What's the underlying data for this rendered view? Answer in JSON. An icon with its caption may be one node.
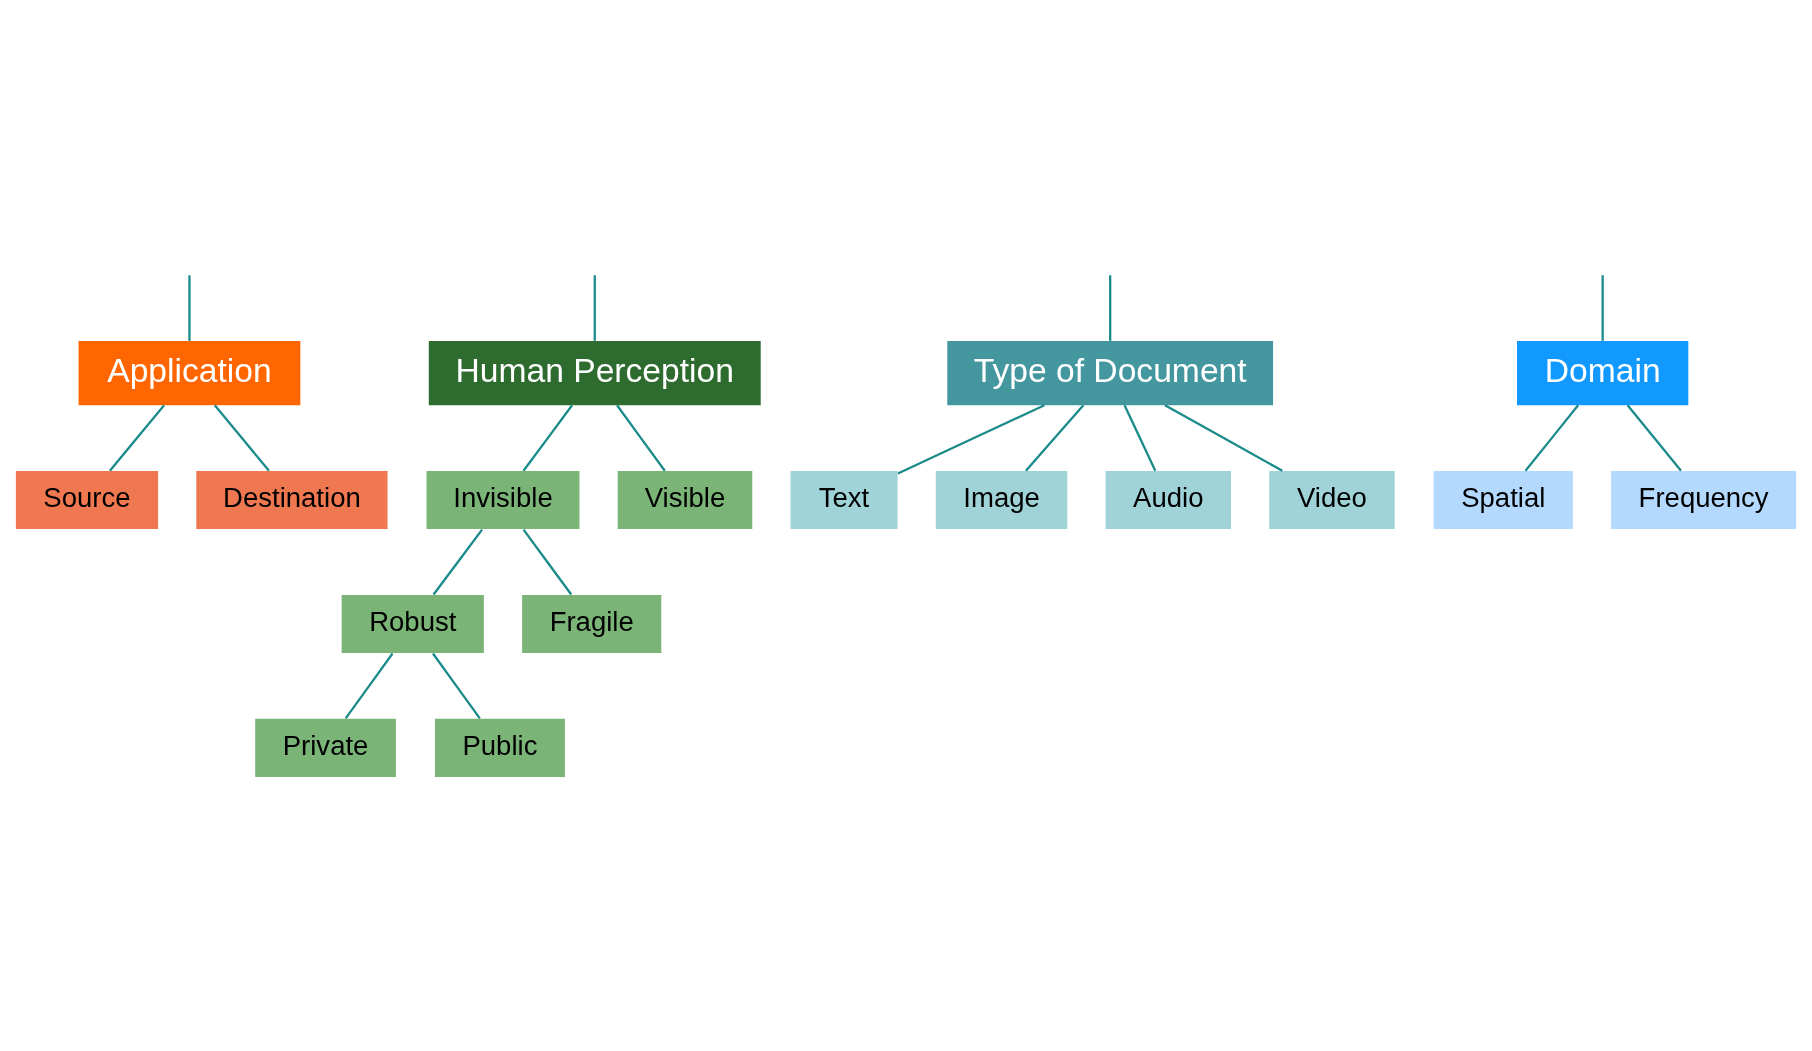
{
  "diagram": {
    "nodes": [
      {
        "text": [
          "Domain"
        ]
      },
      {
        "text": [
          "Type of Document"
        ]
      },
      {
        "text": [
          "Human Perception"
        ]
      },
      {
        "text": [
          "Application"
        ]
      },
      {
        "text": [
          "Spatial"
        ]
      },
      {
        "text": [
          "Frequency"
        ]
      },
      {
        "text": [
          "Source"
        ]
      },
      {
        "text": [
          "Destination"
        ]
      },
      {
        "text": [
          "Text"
        ]
      },
      {
        "text": [
          "Image"
        ]
      },
      {
        "text": [
          "Audio"
        ]
      },
      {
        "text": [
          "Video"
        ]
      },
      {
        "text": [
          "Invisible"
        ]
      },
      {
        "text": [
          "Visible"
        ]
      },
      {
        "text": [
          "Robust"
        ]
      },
      {
        "text": [
          "Fragile"
        ]
      },
      {
        "text": [
          "Private"
        ]
      },
      {
        "text": [
          "Public"
        ]
      }
    ],
    "edges": [
      {
        "from": null,
        "to": 0,
        "arrow": "none"
      },
      {
        "from": null,
        "to": 1,
        "arrow": "none"
      },
      {
        "from": null,
        "to": 2,
        "arrow": "none"
      },
      {
        "from": null,
        "to": 3,
        "arrow": "none"
      },
      {
        "from": 0,
        "to": 4,
        "arrow": "none"
      },
      {
        "from": 0,
        "to": 5,
        "arrow": "none"
      },
      {
        "from": 3,
        "to": 6,
        "arrow": "none"
      },
      {
        "from": 3,
        "to": 7,
        "arrow": "none"
      },
      {
        "from": 1,
        "to": 8,
        "arrow": "none"
      },
      {
        "from": 1,
        "to": 9,
        "arrow": "none"
      },
      {
        "from": 1,
        "to": 10,
        "arrow": "none"
      },
      {
        "from": 1,
        "to": 11,
        "arrow": "none"
      },
      {
        "from": 2,
        "to": 12,
        "arrow": "none"
      },
      {
        "from": 2,
        "to": 13,
        "arrow": "none"
      },
      {
        "from": 12,
        "to": 14,
        "arrow": "none"
      },
      {
        "from": 12,
        "to": 15,
        "arrow": "none"
      },
      {
        "from": 14,
        "to": 16,
        "arrow": "none"
      },
      {
        "from": 14,
        "to": 17,
        "arrow": "none"
      }
    ]
  }
}
